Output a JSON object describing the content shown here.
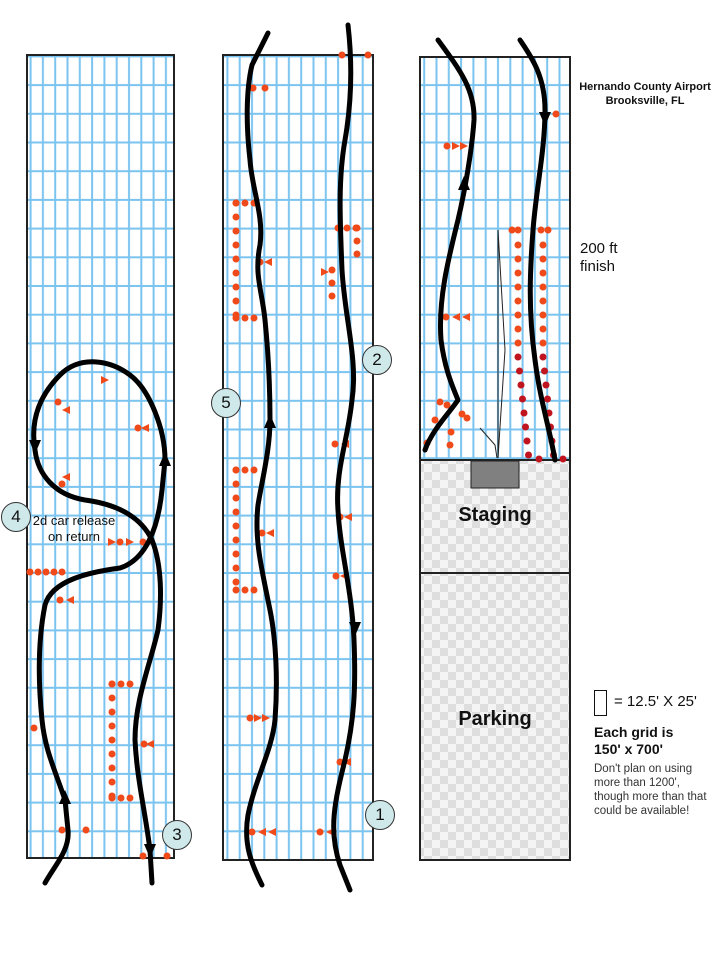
{
  "header": {
    "airport": "Hernando County Airport",
    "city": "Brooksville, FL"
  },
  "labels": {
    "finish": "200 ft finish",
    "release": "2d car release on return",
    "staging": "Staging",
    "parking": "Parking"
  },
  "legend": {
    "cell_size": "= 12.5' X 25'",
    "grid_size_line1": "Each grid is",
    "grid_size_line2": "150' x 700'",
    "note": "Don't plan on using more than 1200', though more than that could be available!"
  },
  "waypoints": [
    "1",
    "2",
    "3",
    "4",
    "5"
  ],
  "colors": {
    "grid": "#7cc4f0",
    "cone": "#f04a1a",
    "cone_dark": "#c0141e",
    "badge": "#cfe8ea",
    "course": "#000000"
  }
}
